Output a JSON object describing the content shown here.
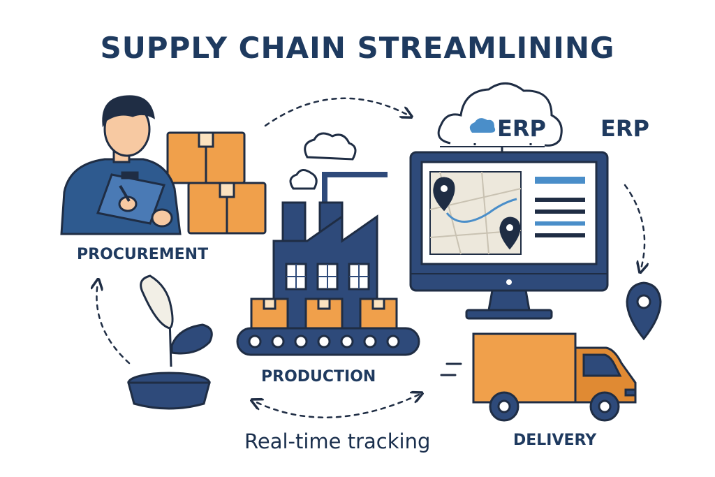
{
  "title": "SUPPLY CHAIN STREAMLINING",
  "stages": {
    "procurement": "PROCUREMENT",
    "production": "PRODUCTION",
    "delivery": "DELIVERY"
  },
  "erp": {
    "cloud_label": "ERP",
    "side_label": "ERP"
  },
  "tracking_label": "Real-time tracking",
  "colors": {
    "navy": "#2e4a7a",
    "dark": "#1f2d44",
    "orange": "#f0a04b",
    "light_blue": "#4a8ec9",
    "text": "#1f3a5f"
  },
  "icons": [
    "person-with-clipboard-icon",
    "boxes-icon",
    "plant-icon",
    "factory-icon",
    "conveyor-belt-icon",
    "cloud-icon",
    "monitor-icon",
    "map-pin-icon",
    "delivery-truck-icon"
  ]
}
